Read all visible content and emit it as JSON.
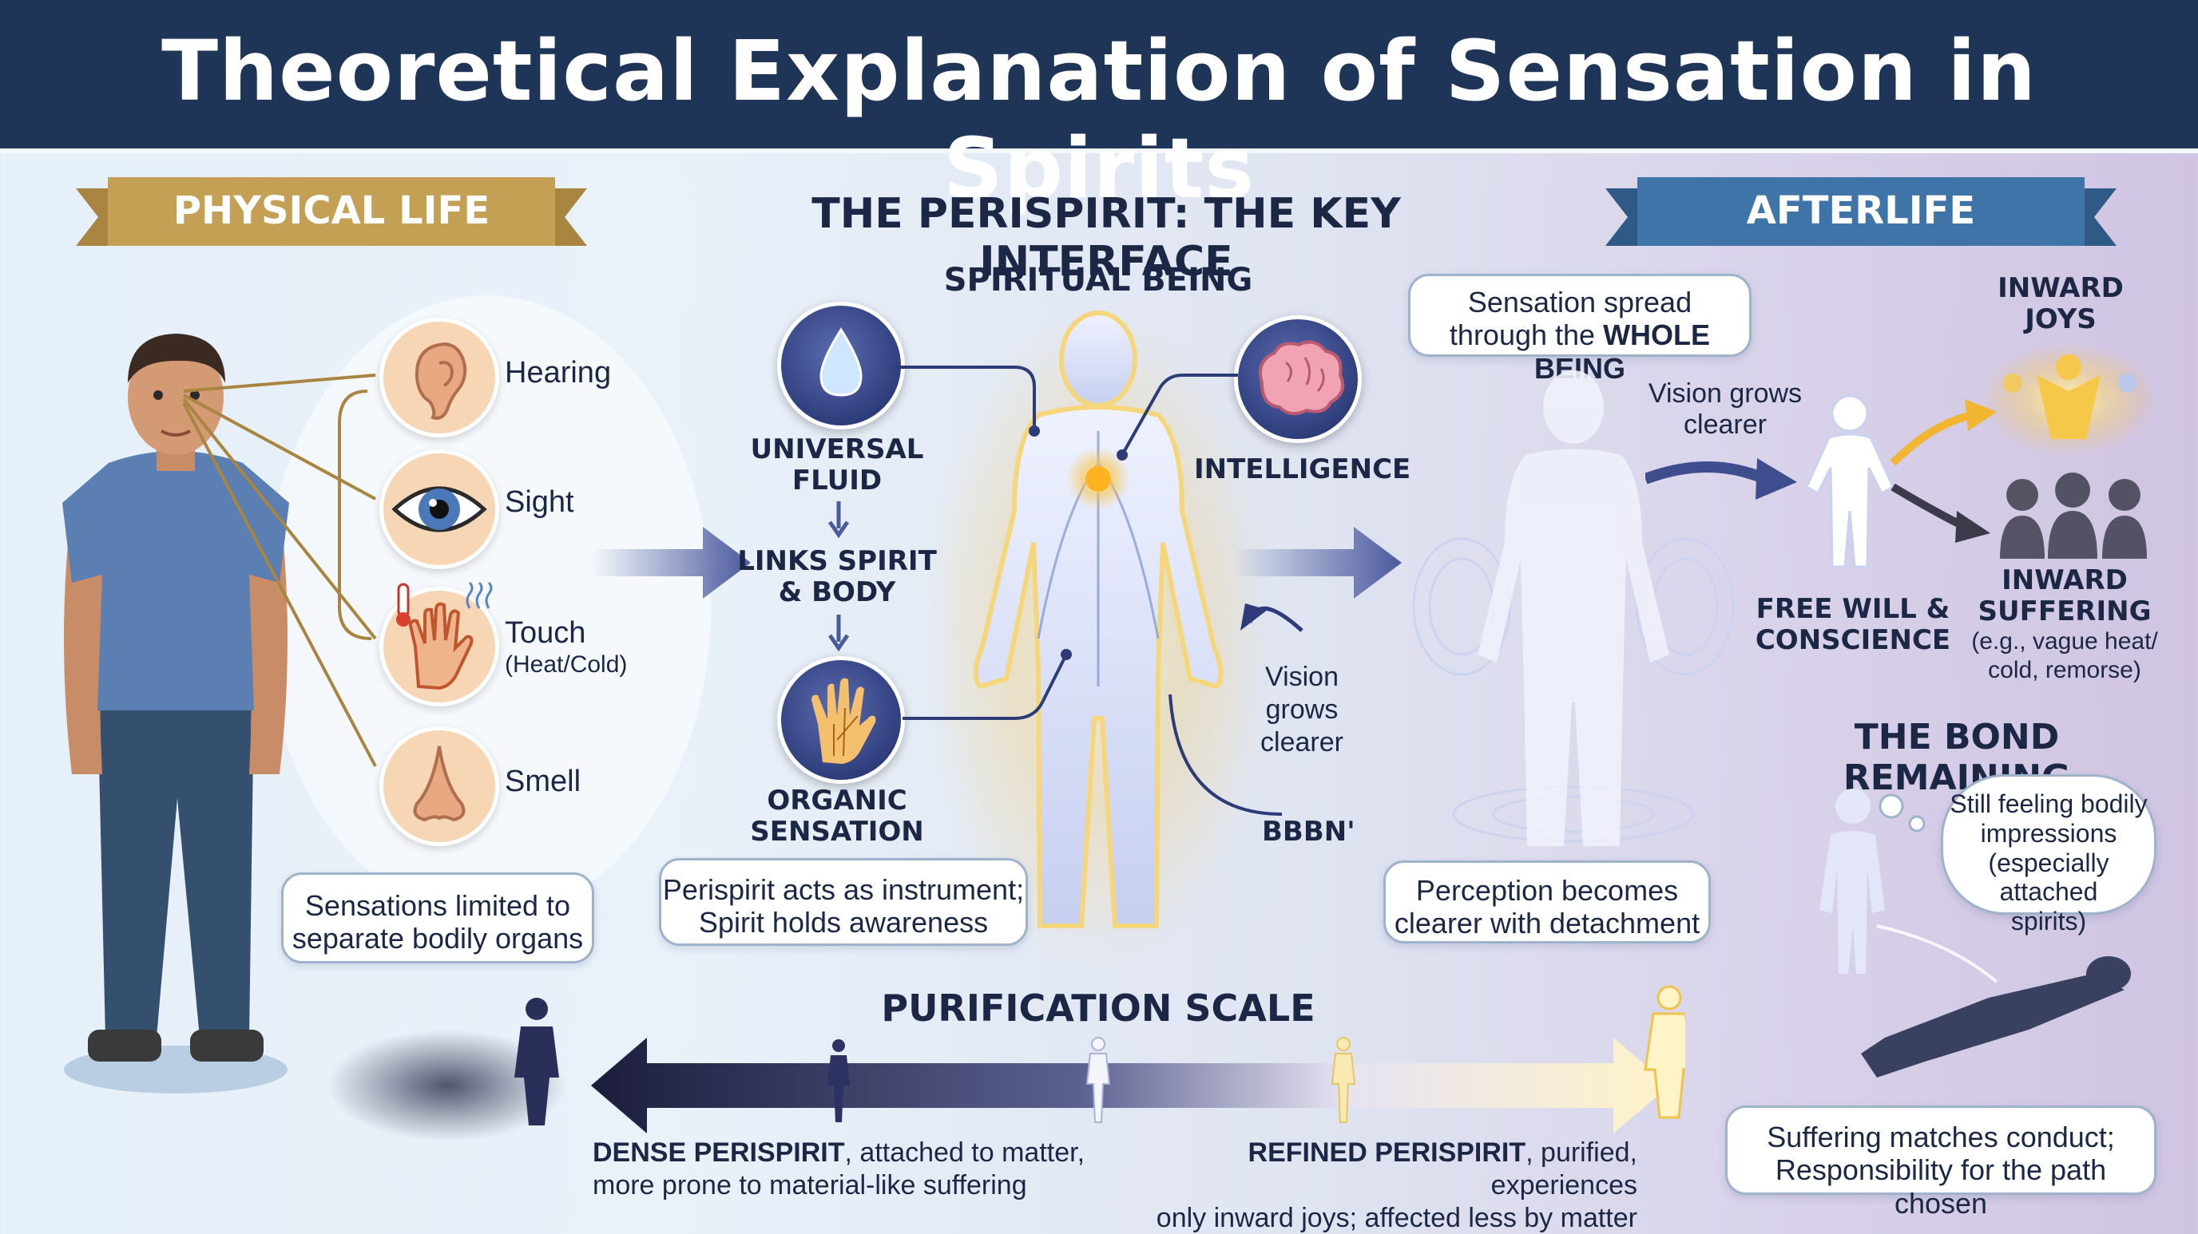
{
  "title": "Theoretical Explanation of Sensation in Spirits",
  "physical_life": {
    "banner": "PHYSICAL LIFE",
    "senses": [
      {
        "label": "Hearing",
        "icon": "ear-icon"
      },
      {
        "label": "Sight",
        "icon": "eye-icon"
      },
      {
        "label": "Touch",
        "sublabel": "(Heat/Cold)",
        "icon": "hand-icon"
      },
      {
        "label": "Smell",
        "icon": "nose-icon"
      }
    ],
    "caption_line1": "Sensations limited to",
    "caption_line2": "separate bodily organs"
  },
  "perispirit": {
    "heading": "THE PERISPIRIT: THE KEY INTERFACE",
    "spiritual_being": "SPIRITUAL BEING",
    "universal_fluid_1": "UNIVERSAL",
    "universal_fluid_2": "FLUID",
    "links_1": "LINKS SPIRIT",
    "links_2": "& BODY",
    "organic_1": "ORGANIC",
    "organic_2": "SENSATION",
    "intelligence": "INTELLIGENCE",
    "vision_1": "Vision",
    "vision_2": "grows",
    "vision_3": "clearer",
    "artifact": "BBBN'",
    "caption_line1": "Perispirit acts as instrument;",
    "caption_line2": "Spirit holds awareness"
  },
  "afterlife": {
    "banner": "AFTERLIFE",
    "spread_line1": "Sensation spread",
    "spread_line2_plain": "through the ",
    "spread_line2_bold": "WHOLE BEING",
    "vision_1": "Vision grows",
    "vision_2": "clearer",
    "joys_1": "INWARD",
    "joys_2": "JOYS",
    "free_will_1": "FREE WILL &",
    "free_will_2": "CONSCIENCE",
    "suffering_1": "INWARD",
    "suffering_2": "SUFFERING",
    "suffering_3": "(e.g., vague heat/",
    "suffering_4": "cold, remorse)",
    "perception_1": "Perception becomes",
    "perception_2": "clearer with detachment",
    "bond_heading": "THE BOND REMAINING",
    "bond_1": "Still feeling bodily",
    "bond_2": "impressions",
    "bond_3": "(especially attached",
    "bond_4": "spirits)",
    "conduct_1": "Suffering matches conduct;",
    "conduct_2": "Responsibility for the path chosen"
  },
  "purification": {
    "heading": "PURIFICATION SCALE",
    "dense_bold": "DENSE PERISPIRIT",
    "dense_rest1": ", attached to matter,",
    "dense_rest2": "more prone to material-like suffering",
    "refined_bold": "REFINED PERISPIRIT",
    "refined_rest1": ", purified, experiences",
    "refined_rest2": "only inward joys; affected less by matter"
  },
  "colors": {
    "header": "#1f3558",
    "gold_banner": "#c4a055",
    "blue_banner": "#3f74a8",
    "arrow": "#4b5a9e"
  }
}
